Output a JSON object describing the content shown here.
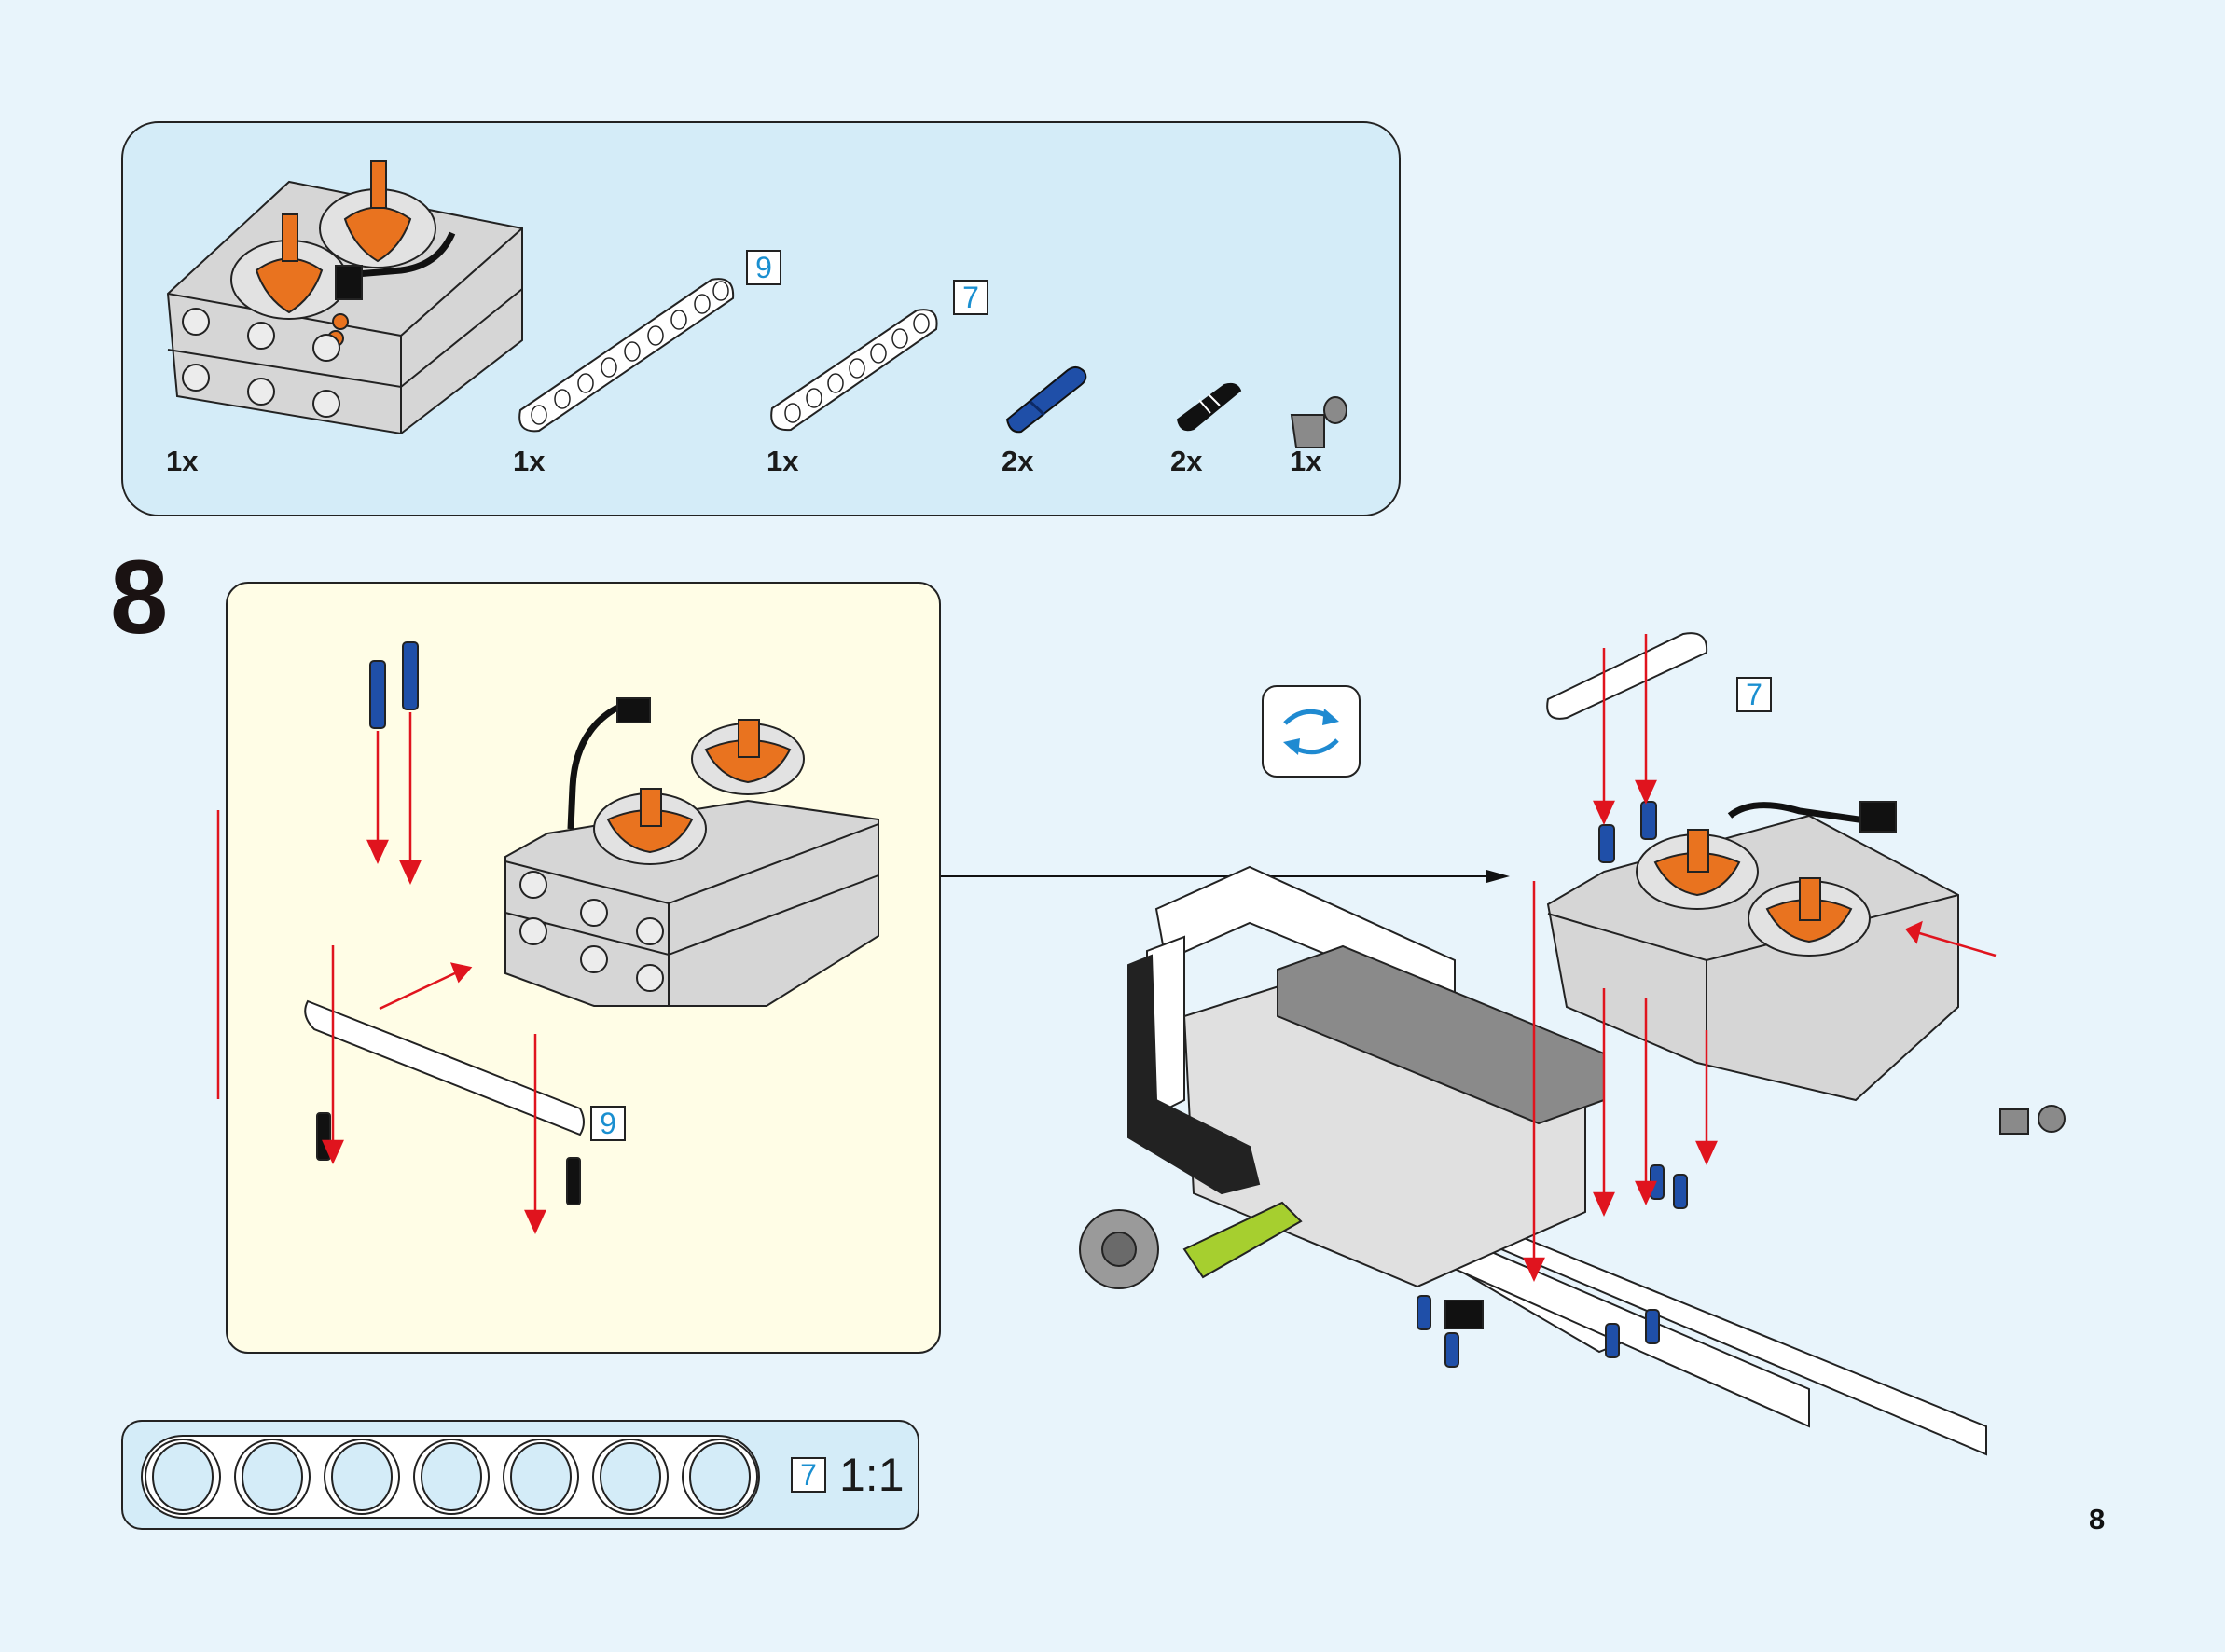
{
  "page": {
    "step_number": "8",
    "page_number": "8",
    "colors": {
      "background": "#e8f4fb",
      "parts_panel": "#d4ecf8",
      "callout_panel": "#fffde6",
      "arrow_red": "#e0141e",
      "length_label_blue": "#1a8fd0",
      "motor_orange": "#e9731f",
      "pin_blue": "#1f4fa8",
      "pin_black": "#111111",
      "lime_beam": "#a6cf2f",
      "brick_gray": "#d5d5d5"
    }
  },
  "parts_list": {
    "items": [
      {
        "name": "battery-box-motor",
        "quantity": "1x",
        "length_label": ""
      },
      {
        "name": "beam-9",
        "quantity": "1x",
        "length_label": "9"
      },
      {
        "name": "beam-7",
        "quantity": "1x",
        "length_label": "7"
      },
      {
        "name": "blue-pin",
        "quantity": "2x",
        "length_label": ""
      },
      {
        "name": "black-pin",
        "quantity": "2x",
        "length_label": ""
      },
      {
        "name": "gray-connector",
        "quantity": "1x",
        "length_label": ""
      }
    ]
  },
  "callout": {
    "beam_length_label": "9"
  },
  "main_assembly": {
    "beam_length_label": "7",
    "rotate_icon": "rotate-model-icon"
  },
  "ruler": {
    "beam_length_label": "7",
    "scale": "1:1",
    "holes": 7
  }
}
